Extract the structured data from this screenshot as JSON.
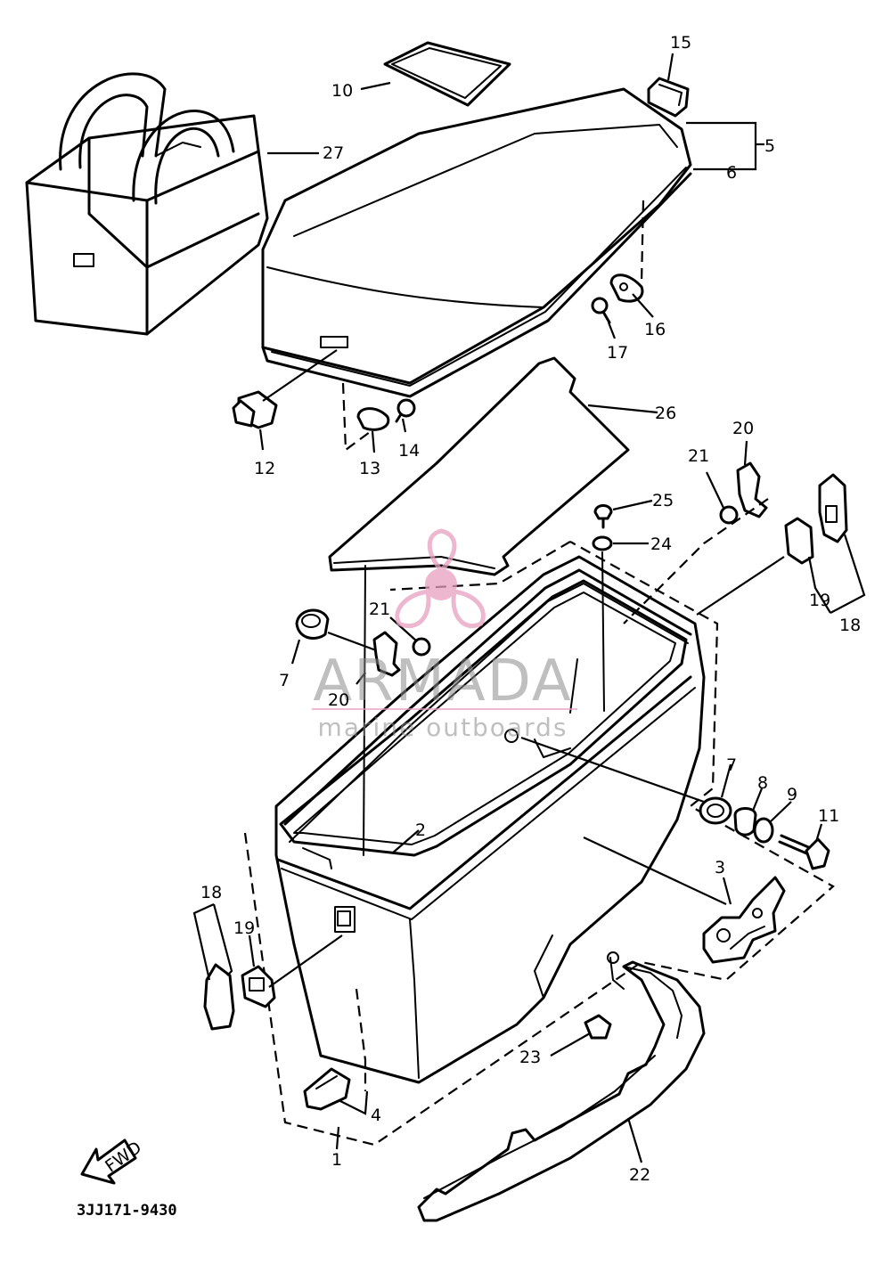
{
  "diagram": {
    "part_numbers": [
      "1",
      "2",
      "3",
      "4",
      "5",
      "6",
      "7",
      "7",
      "8",
      "9",
      "10",
      "11",
      "12",
      "13",
      "14",
      "15",
      "16",
      "17",
      "18",
      "18",
      "19",
      "19",
      "20",
      "20",
      "21",
      "21",
      "22",
      "23",
      "24",
      "25",
      "26",
      "27"
    ],
    "drawing_code": "3JJ171-9430",
    "fwd_label": "FWD",
    "watermark": {
      "title": "ARMADA",
      "subtitle": "marine outboards",
      "color_pink": "#e79fc0",
      "color_grey": "#8a8a8a"
    }
  }
}
